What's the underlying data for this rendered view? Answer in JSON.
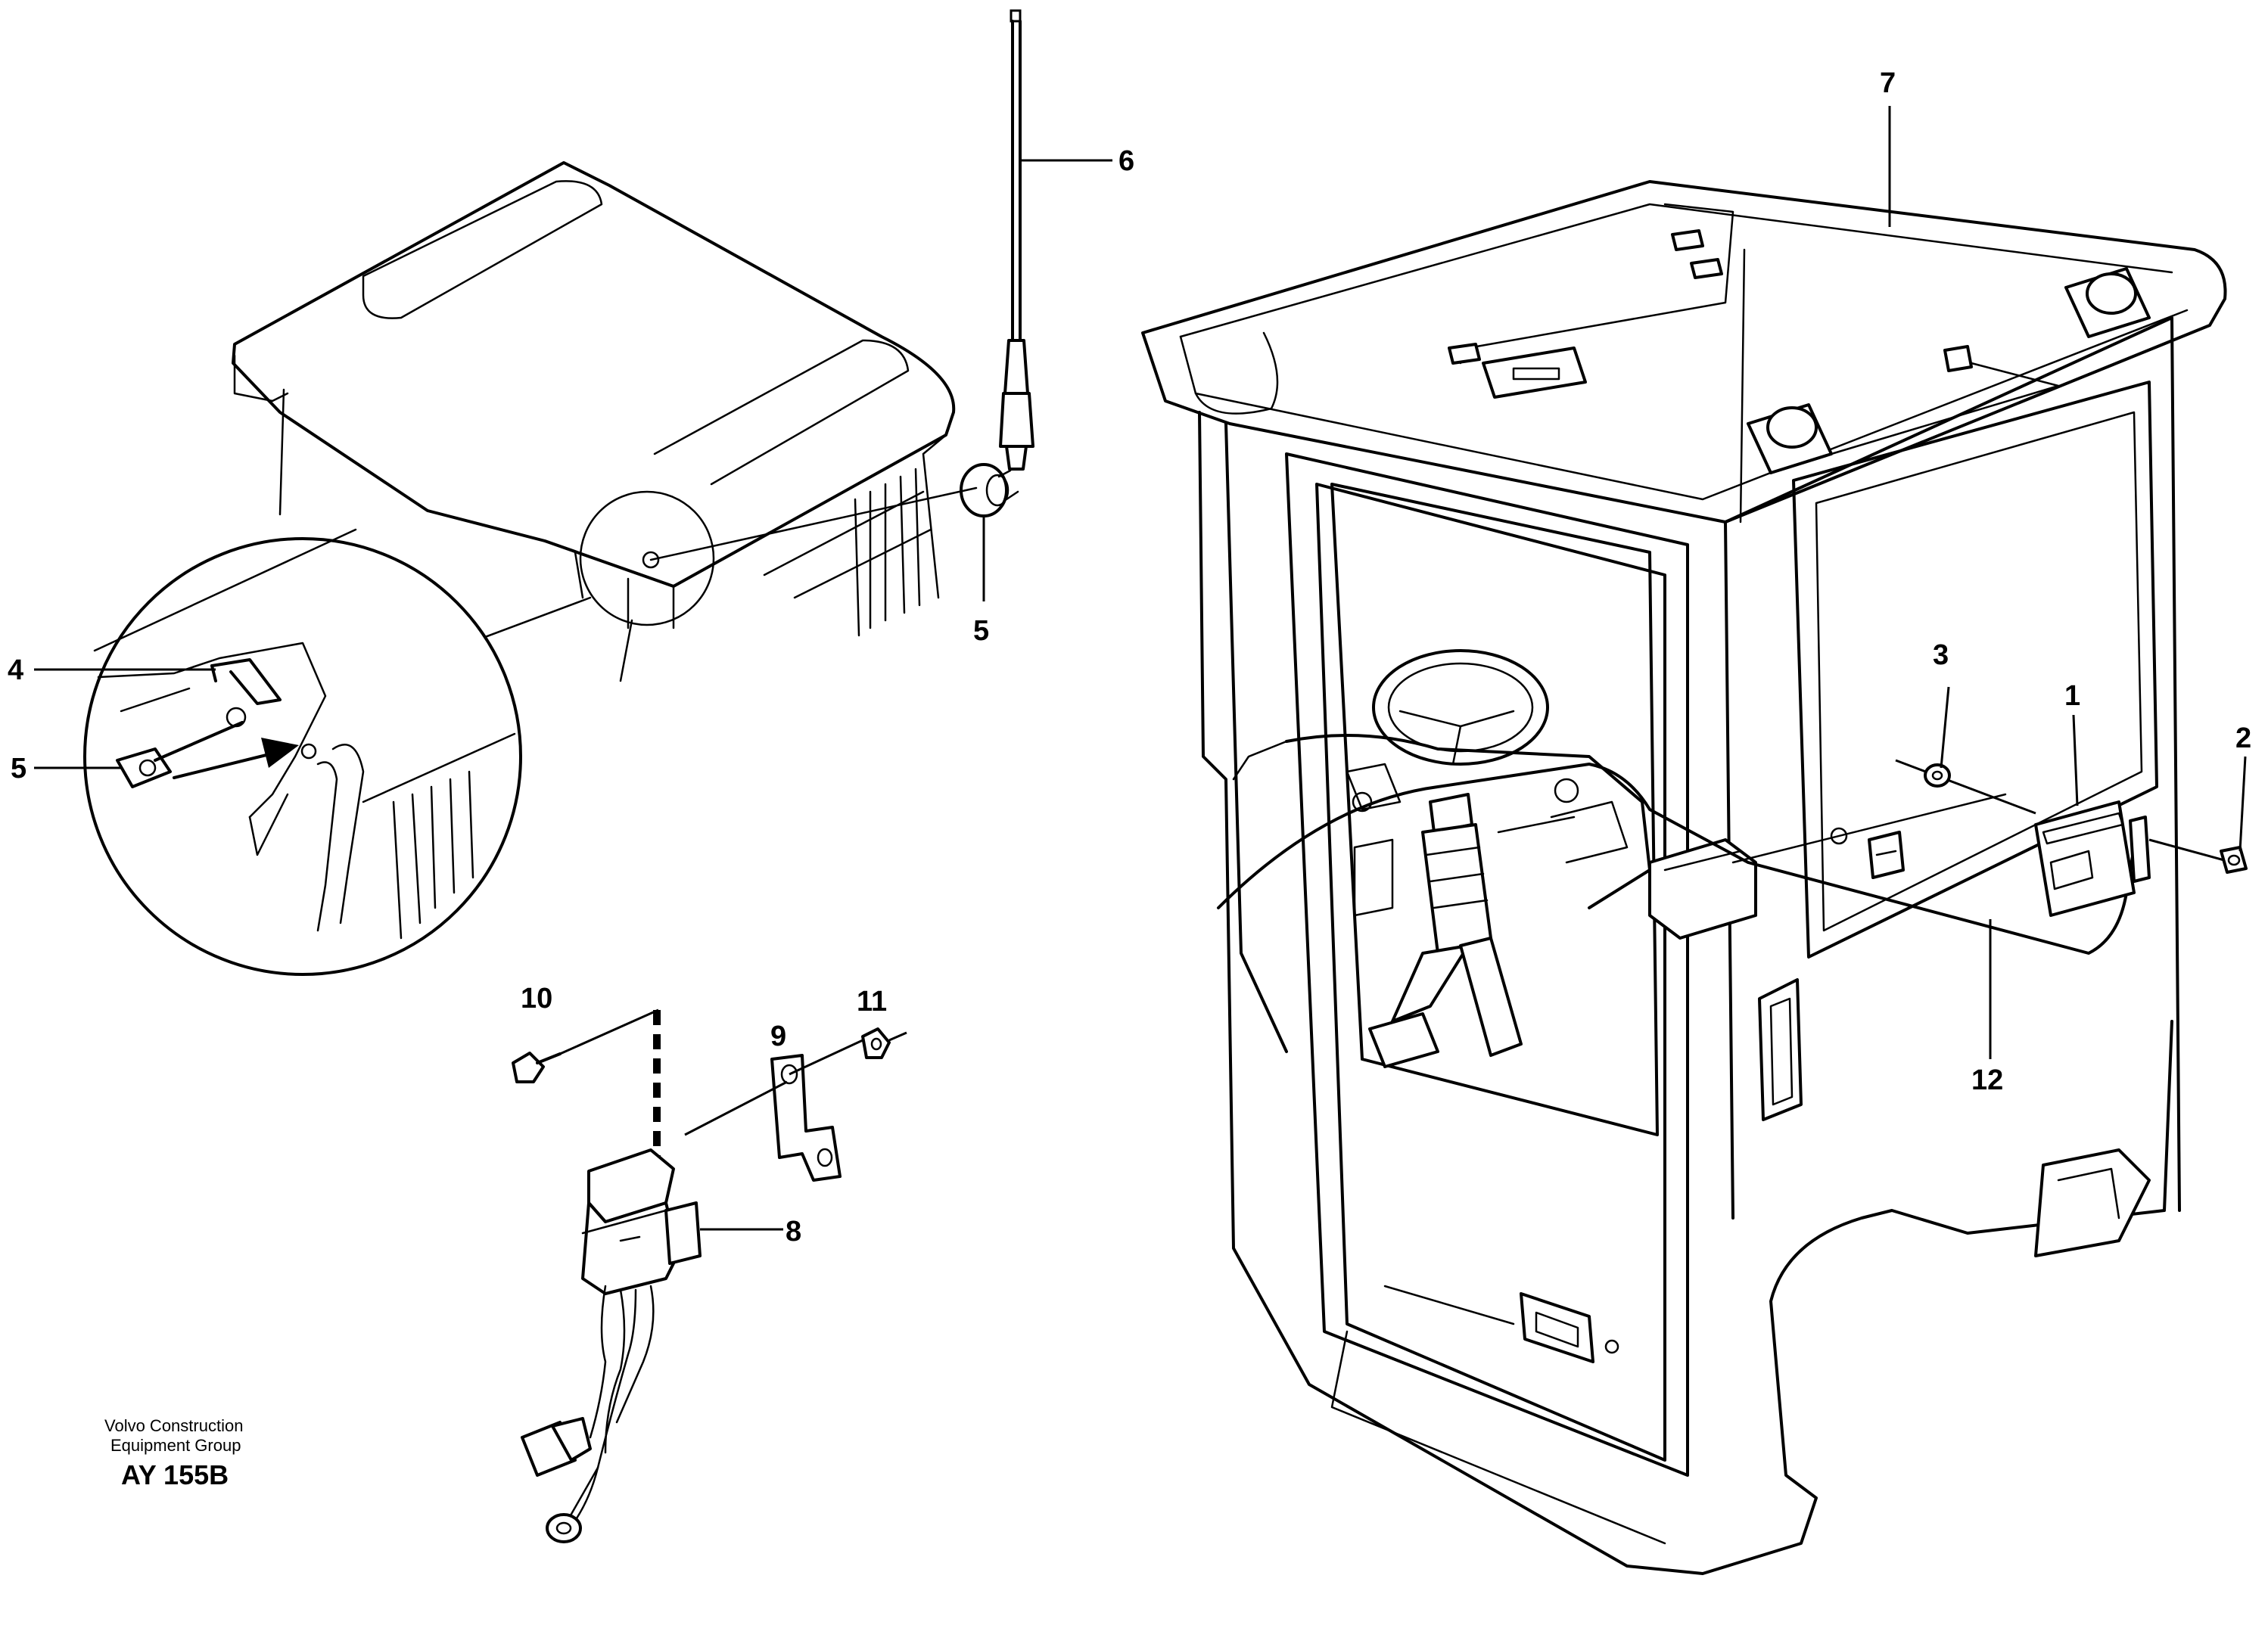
{
  "callouts": {
    "c1": "1",
    "c2": "2",
    "c3": "3",
    "c4": "4",
    "c5a": "5",
    "c5b": "5",
    "c6": "6",
    "c7": "7",
    "c8": "8",
    "c9": "9",
    "c10": "10",
    "c11": "11",
    "c12": "12"
  },
  "footer": {
    "brand_line1": "Volvo Construction",
    "brand_line2": "Equipment Group",
    "figure_code": "AY 155B"
  }
}
